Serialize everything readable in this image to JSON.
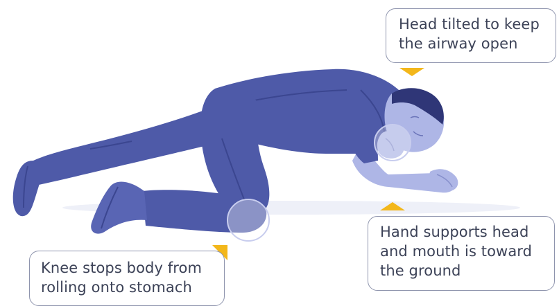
{
  "callouts": {
    "head": {
      "lines": [
        "Head tilted to keep",
        "the airway open"
      ]
    },
    "hand": {
      "lines": [
        "Hand supports head",
        "and mouth is toward",
        "the ground"
      ]
    },
    "knee": {
      "lines": [
        "Knee stops body from",
        "rolling onto stomach"
      ]
    }
  },
  "colors": {
    "clothing": "#4e5aa8",
    "clothing_shade": "#3b4690",
    "skin": "#aeb6e6",
    "skin_shade": "#8790cc",
    "hair": "#2f3677",
    "marker": "#f3b71b",
    "callout_border": "#8e94ad",
    "text": "#3c4257"
  }
}
